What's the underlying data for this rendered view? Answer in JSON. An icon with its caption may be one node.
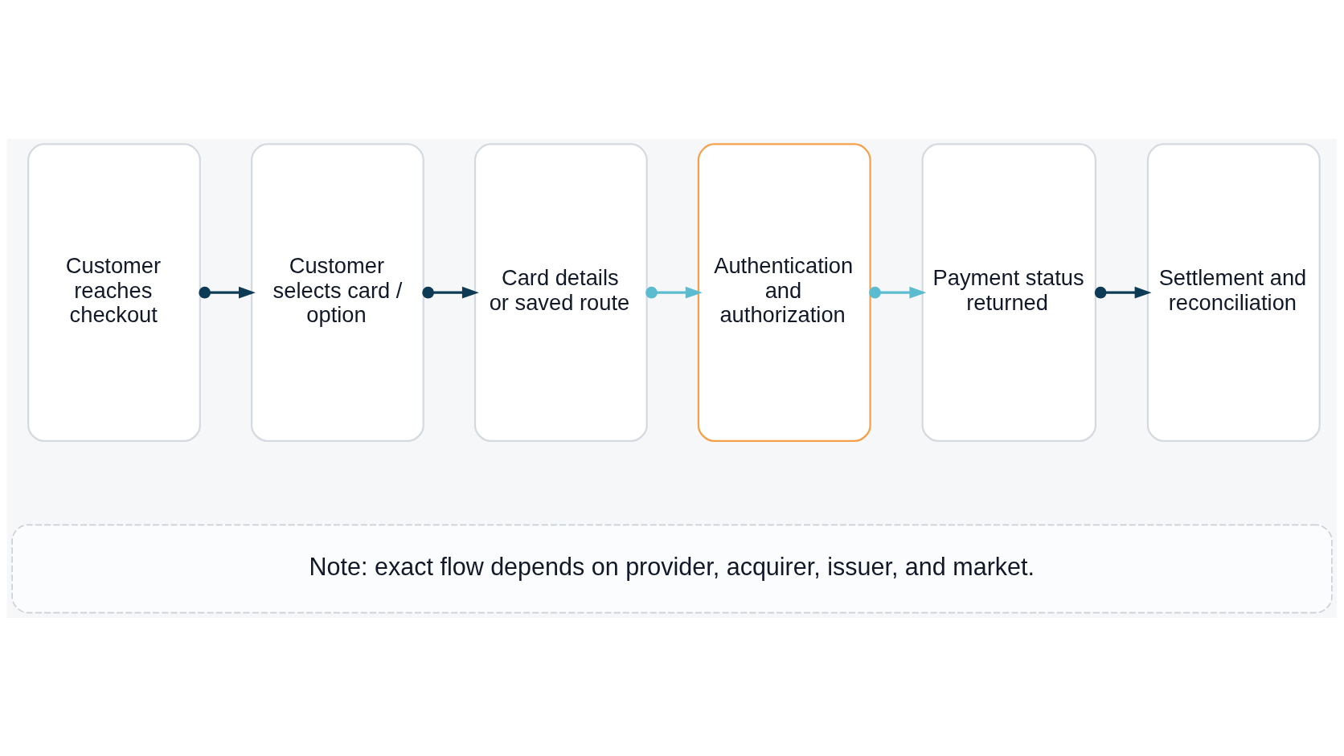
{
  "diagram": {
    "nodes": [
      {
        "text": [
          "Customer reaches checkout"
        ]
      },
      {
        "text": [
          "Customer selects card / option"
        ]
      },
      {
        "text": [
          "Card details or saved route"
        ]
      },
      {
        "text": [
          "Authentication and authorization"
        ]
      },
      {
        "text": [
          "Payment status returned"
        ]
      },
      {
        "text": [
          "Settlement and reconciliation"
        ]
      },
      {
        "text": [
          "Note: exact flow depends on provider, acquirer, issuer, and market."
        ]
      }
    ],
    "edges": [
      {
        "from": 0,
        "to": 1,
        "arrow": "to"
      },
      {
        "from": 1,
        "to": 2,
        "arrow": "to"
      },
      {
        "from": 2,
        "to": 3,
        "arrow": "to",
        "color": "#5bbcd0"
      },
      {
        "from": 3,
        "to": 4,
        "arrow": "to",
        "color": "#5bbcd0"
      },
      {
        "from": 4,
        "to": 5,
        "arrow": "to"
      }
    ]
  }
}
